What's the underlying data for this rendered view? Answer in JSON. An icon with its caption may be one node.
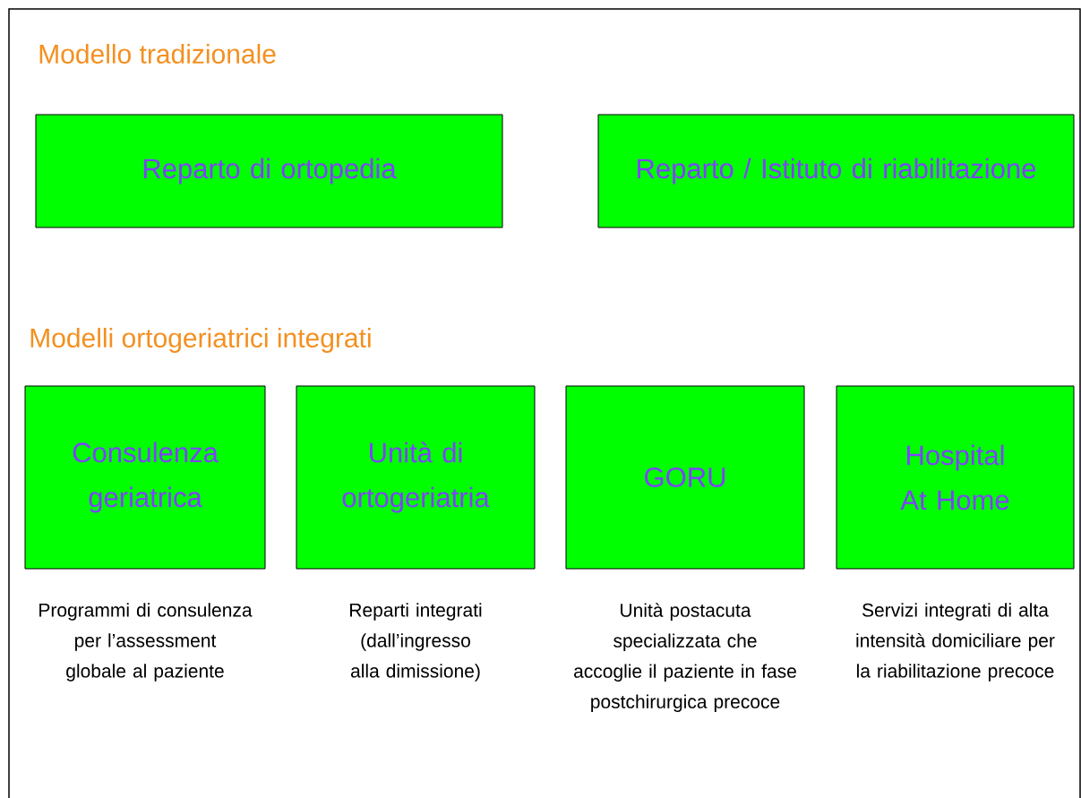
{
  "diagram": {
    "nodes": [
      {
        "text": [
          "Reparto di ortopedia"
        ]
      },
      {
        "text": [
          "Reparto / Istituto di riabilitazione"
        ]
      },
      {
        "text": [
          "Consulenza geriatrica"
        ],
        "beside": [
          "Programmi di consulenza per l’assessment globale al paziente"
        ]
      },
      {
        "text": [
          "Unità di ortogeriatria"
        ],
        "beside": [
          "Reparti integrati (dall’ingresso alla dimissione)"
        ]
      },
      {
        "text": [
          "GORU"
        ],
        "beside": [
          "Unità postacuta specializzata che accoglie il paziente in fase postchirurgica precoce"
        ]
      },
      {
        "text": [
          "Hospital At Home"
        ],
        "beside": [
          "Servizi integrati di alta intensità domiciliare per la riabilitazione precoce"
        ]
      }
    ],
    "labels": [
      "Modello tradizionale",
      "Modelli ortogeriatrici integrati"
    ]
  }
}
